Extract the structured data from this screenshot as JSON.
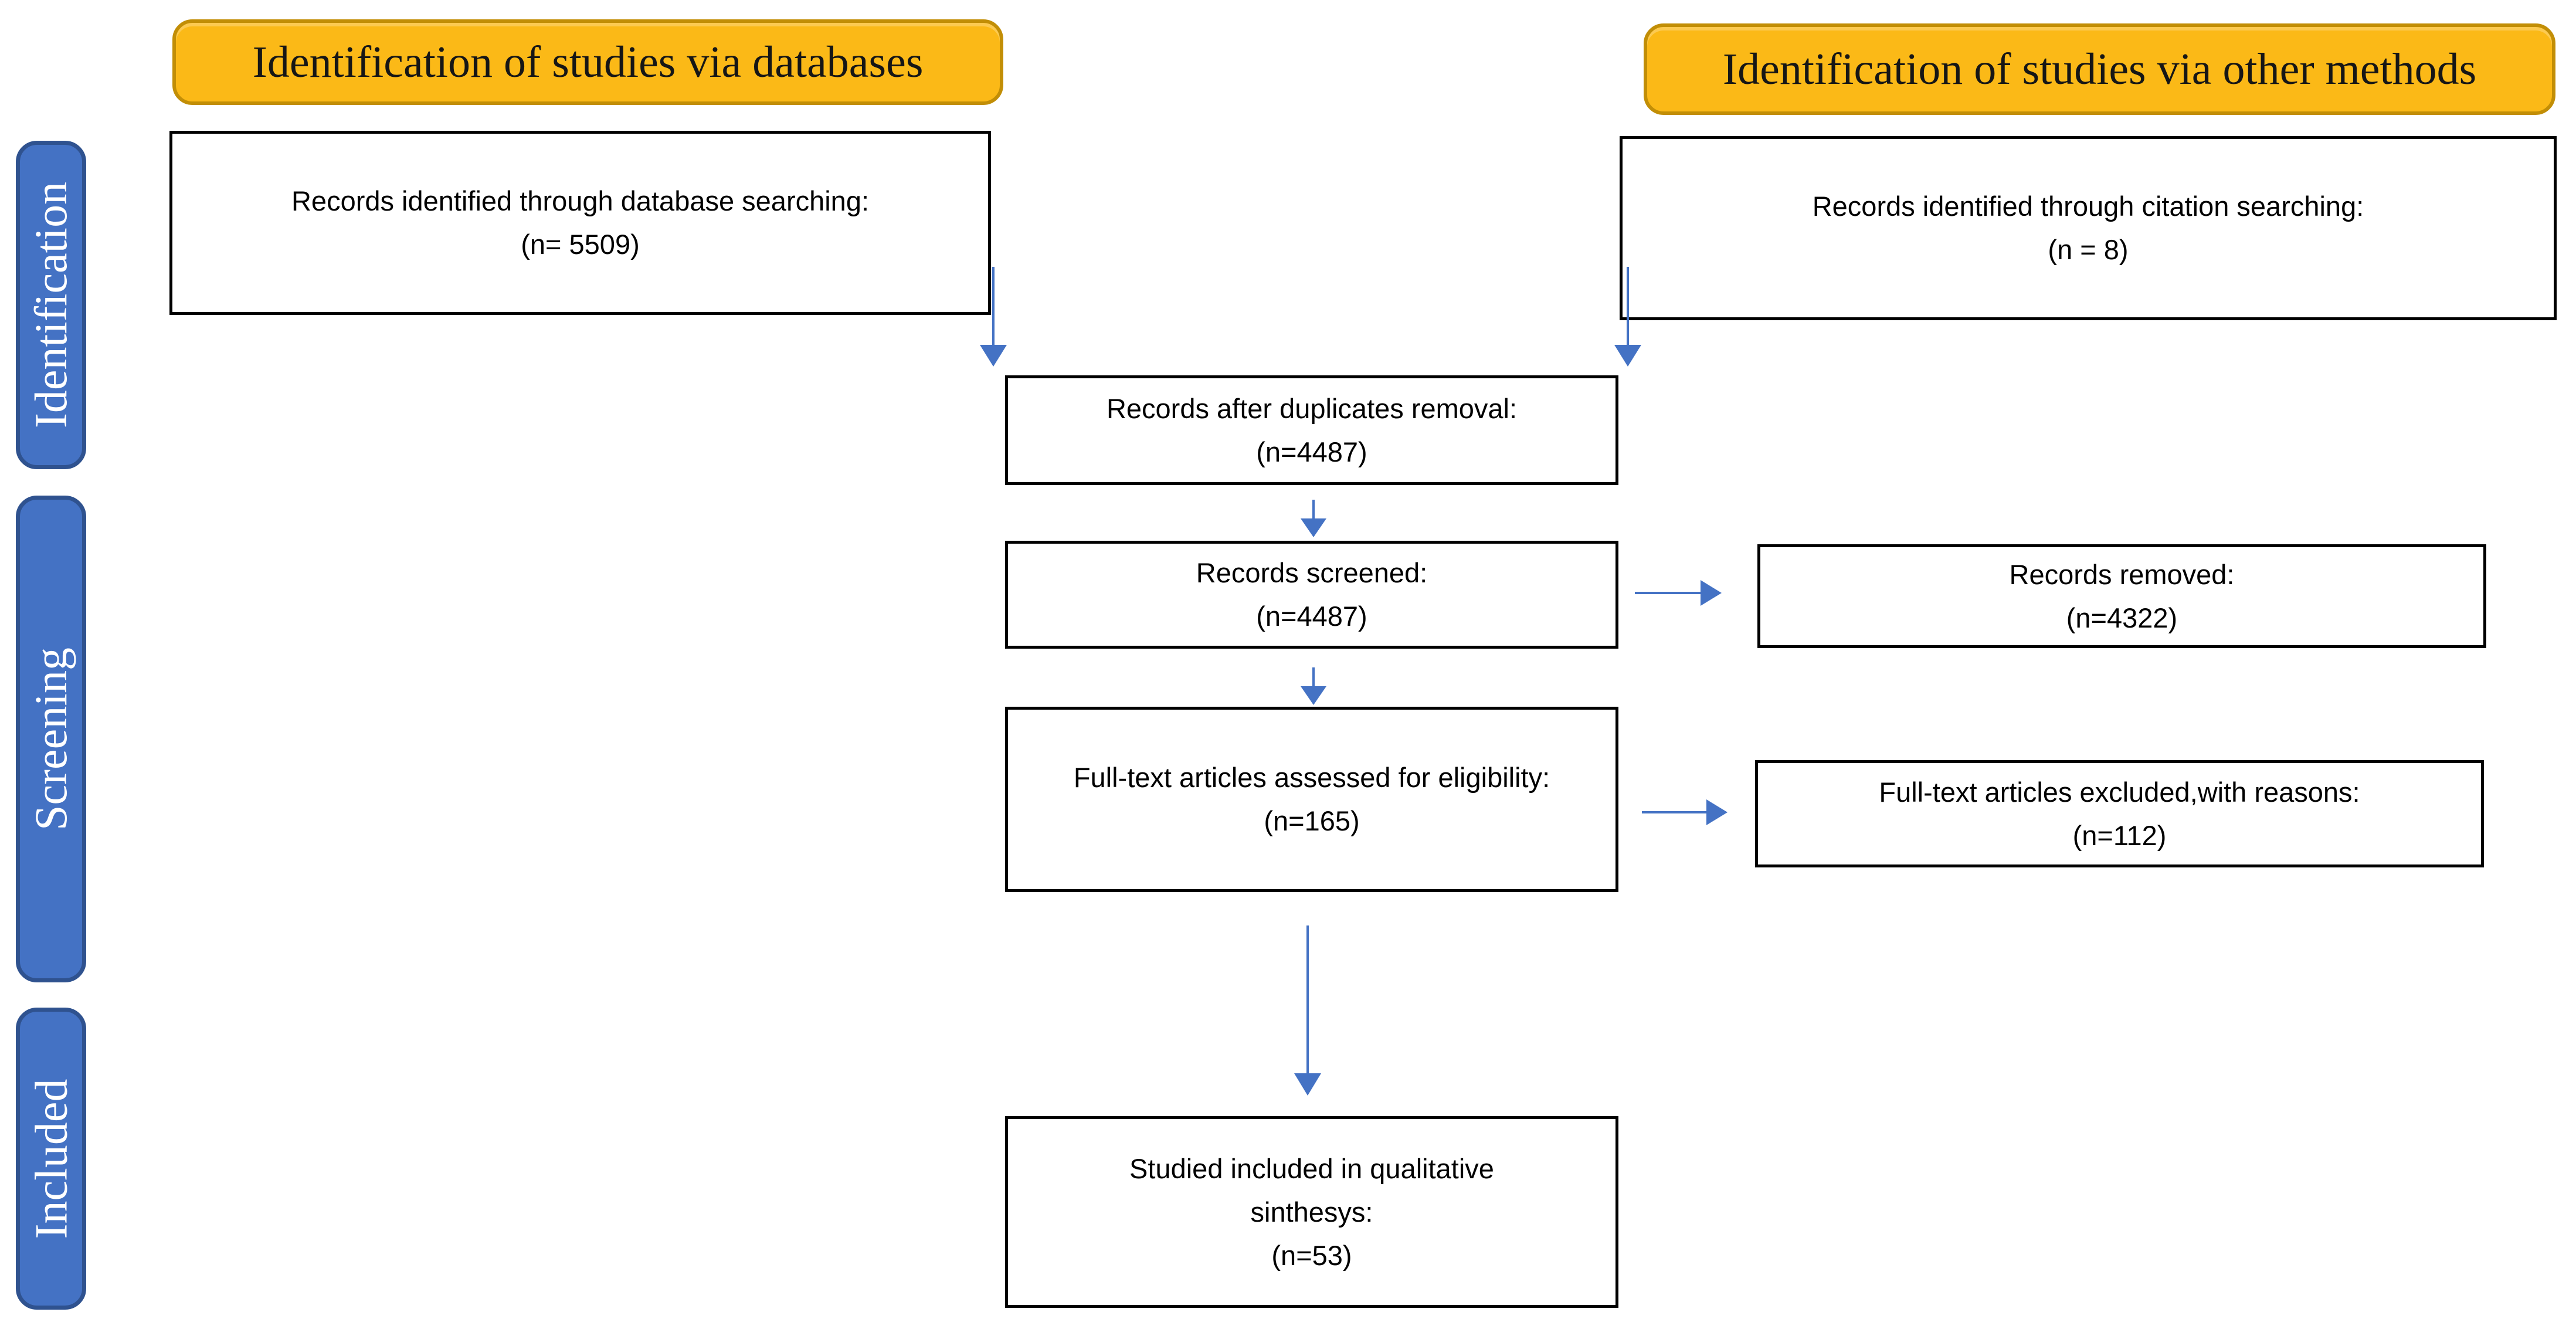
{
  "headers": [
    {
      "label": "Identification of studies via databases"
    },
    {
      "label": "Identification of studies via other methods"
    }
  ],
  "stages": [
    {
      "label": "Identification"
    },
    {
      "label": "Screening"
    },
    {
      "label": "Included"
    }
  ],
  "boxes": {
    "db_records": {
      "line1": "Records identified through database searching:",
      "line2": "(n= 5509)"
    },
    "citation_records": {
      "line1": "Records identified through citation searching:",
      "line2": "(n = 8)"
    },
    "duplicates": {
      "line1": "Records after duplicates removal:",
      "line2": "(n=4487)"
    },
    "screened": {
      "line1": "Records screened:",
      "line2": "(n=4487)"
    },
    "removed": {
      "line1": "Records removed:",
      "line2": "(n=4322)"
    },
    "fulltext": {
      "line1": "Full-text articles assessed for eligibility:",
      "line2": "(n=165)"
    },
    "excluded": {
      "line1": "Full-text articles excluded,with reasons:",
      "line2": "(n=112)"
    },
    "included_studies": {
      "line1": "Studied included in qualitative sinthesys:",
      "line2": "(n=53)"
    }
  },
  "colors": {
    "header_fill": "#FBB917",
    "header_border": "#C28E06",
    "stage_fill": "#4472C4",
    "stage_border": "#2F528F",
    "arrow": "#4472C4",
    "box_border": "#000000"
  }
}
